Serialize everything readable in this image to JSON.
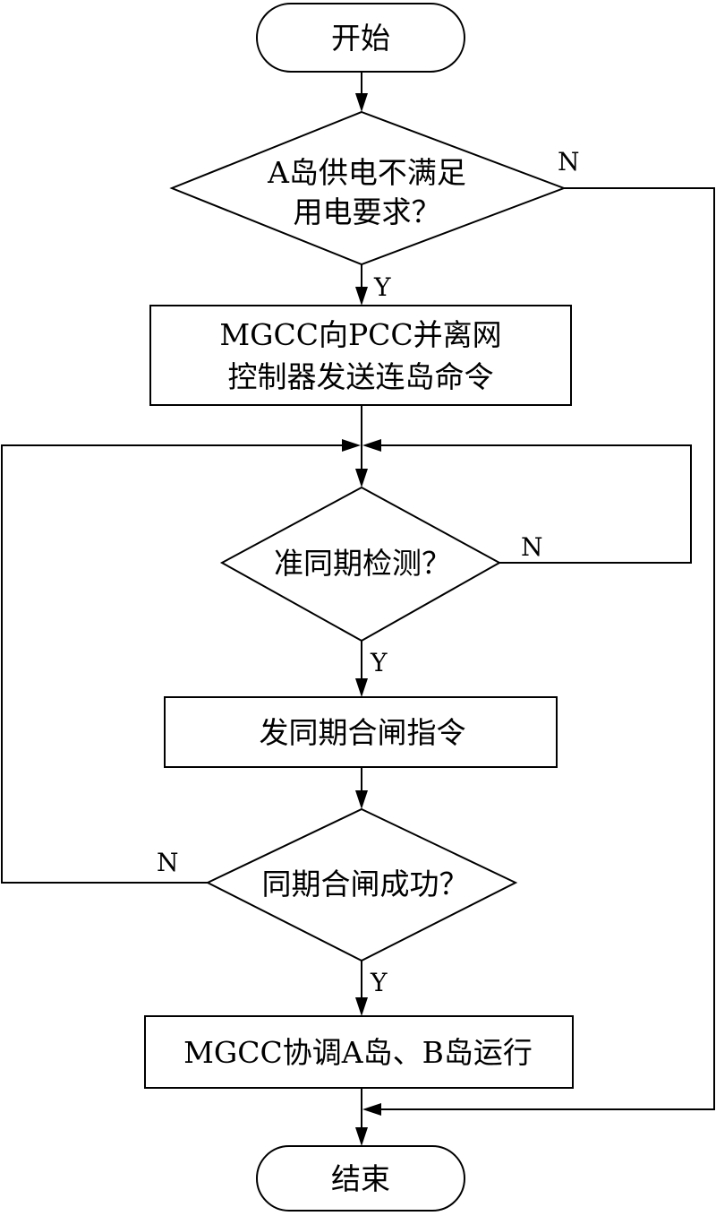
{
  "flowchart": {
    "start": "开始",
    "decision_a_supply": [
      "A岛供电不满足",
      "用电要求？"
    ],
    "process_send_command": [
      "MGCC向PCC并离网",
      "控制器发送连岛命令"
    ],
    "decision_sync_check": "准同期检测？",
    "process_sync_close": "发同期合闸指令",
    "decision_close_success": "同期合闸成功？",
    "process_coordinate": "MGCC协调A岛、B岛运行",
    "end": "结束",
    "labels": {
      "no": "N",
      "yes": "Y"
    }
  }
}
